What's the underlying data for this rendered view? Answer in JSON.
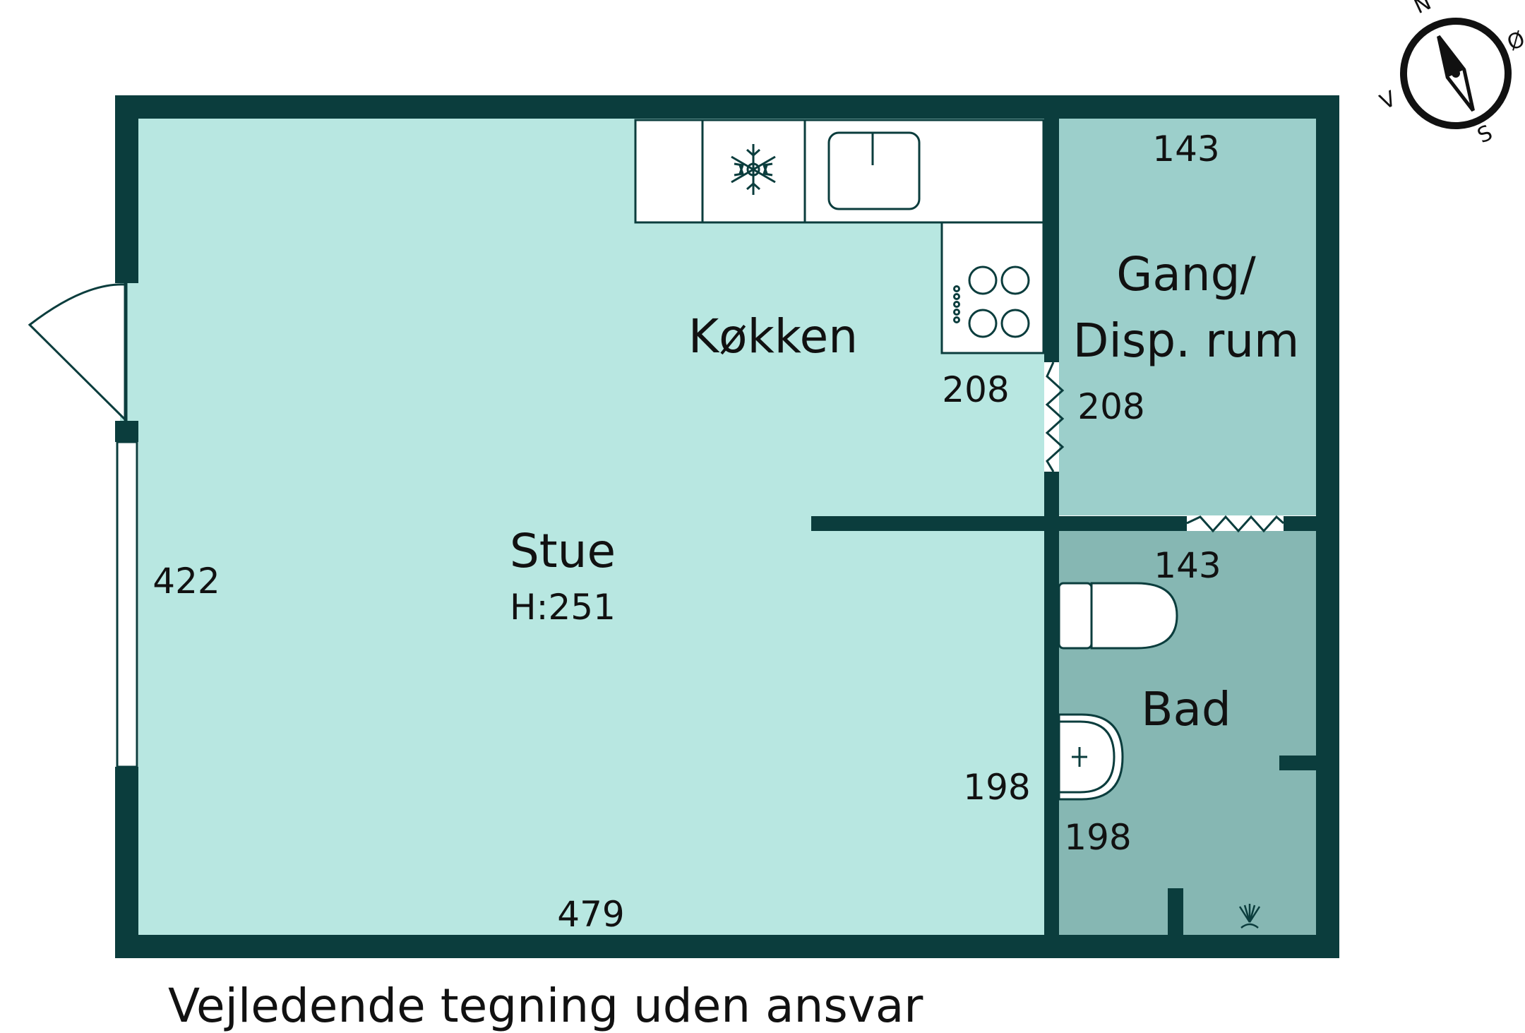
{
  "colors": {
    "wall": "#0b3d3d",
    "stue": "#b8e7e1",
    "gang": "#9ccfcb",
    "bad": "#86b7b3",
    "fixtures": "#ffffff"
  },
  "rooms": {
    "stue": {
      "name": "Stue",
      "height": "H:251",
      "dim_width": "479",
      "dim_height": "422"
    },
    "kokken": {
      "name": "Køkken",
      "dim": "208"
    },
    "gang": {
      "name_line1": "Gang/",
      "name_line2": "Disp. rum",
      "dim_width": "143",
      "dim_height": "208"
    },
    "bad": {
      "name": "Bad",
      "dim_width": "143",
      "dim_height": "198",
      "dim_stue_side": "198"
    }
  },
  "compass": {
    "north": "N",
    "east": "Ø",
    "south": "S",
    "west": "V"
  },
  "caption": "Vejledende tegning uden ansvar",
  "icons": [
    "snowflake-icon",
    "compass-icon",
    "shower-icon"
  ]
}
